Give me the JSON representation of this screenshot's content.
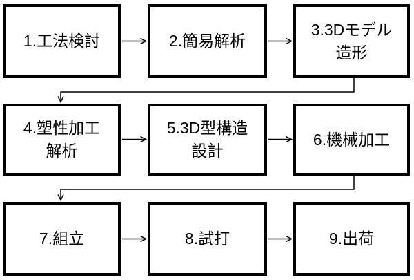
{
  "diagram": {
    "background_color": "#ffffff",
    "line_color": "#000000",
    "text_color": "#000000",
    "boxes": [
      {
        "id": "1",
        "label": "1.工法検討"
      },
      {
        "id": "2",
        "label": "2.簡易解析"
      },
      {
        "id": "3",
        "label": "3.3Dモデル\n造形"
      },
      {
        "id": "4",
        "label": "4.塑性加工\n解析"
      },
      {
        "id": "5",
        "label": "5.3D型構造\n設計"
      },
      {
        "id": "6",
        "label": "6.機械加工"
      },
      {
        "id": "7",
        "label": "7.組立"
      },
      {
        "id": "8",
        "label": "8.試打"
      },
      {
        "id": "9",
        "label": "9.出荷"
      }
    ],
    "connectors": [
      {
        "from": "1",
        "to": "2",
        "shape": "straight-right"
      },
      {
        "from": "2",
        "to": "3",
        "shape": "straight-right"
      },
      {
        "from": "3",
        "to": "4",
        "shape": "elbow-down-left-down"
      },
      {
        "from": "4",
        "to": "5",
        "shape": "straight-right"
      },
      {
        "from": "5",
        "to": "6",
        "shape": "straight-right"
      },
      {
        "from": "6",
        "to": "7",
        "shape": "elbow-down-left-down"
      },
      {
        "from": "7",
        "to": "8",
        "shape": "straight-right"
      },
      {
        "from": "8",
        "to": "9",
        "shape": "straight-right"
      }
    ]
  }
}
